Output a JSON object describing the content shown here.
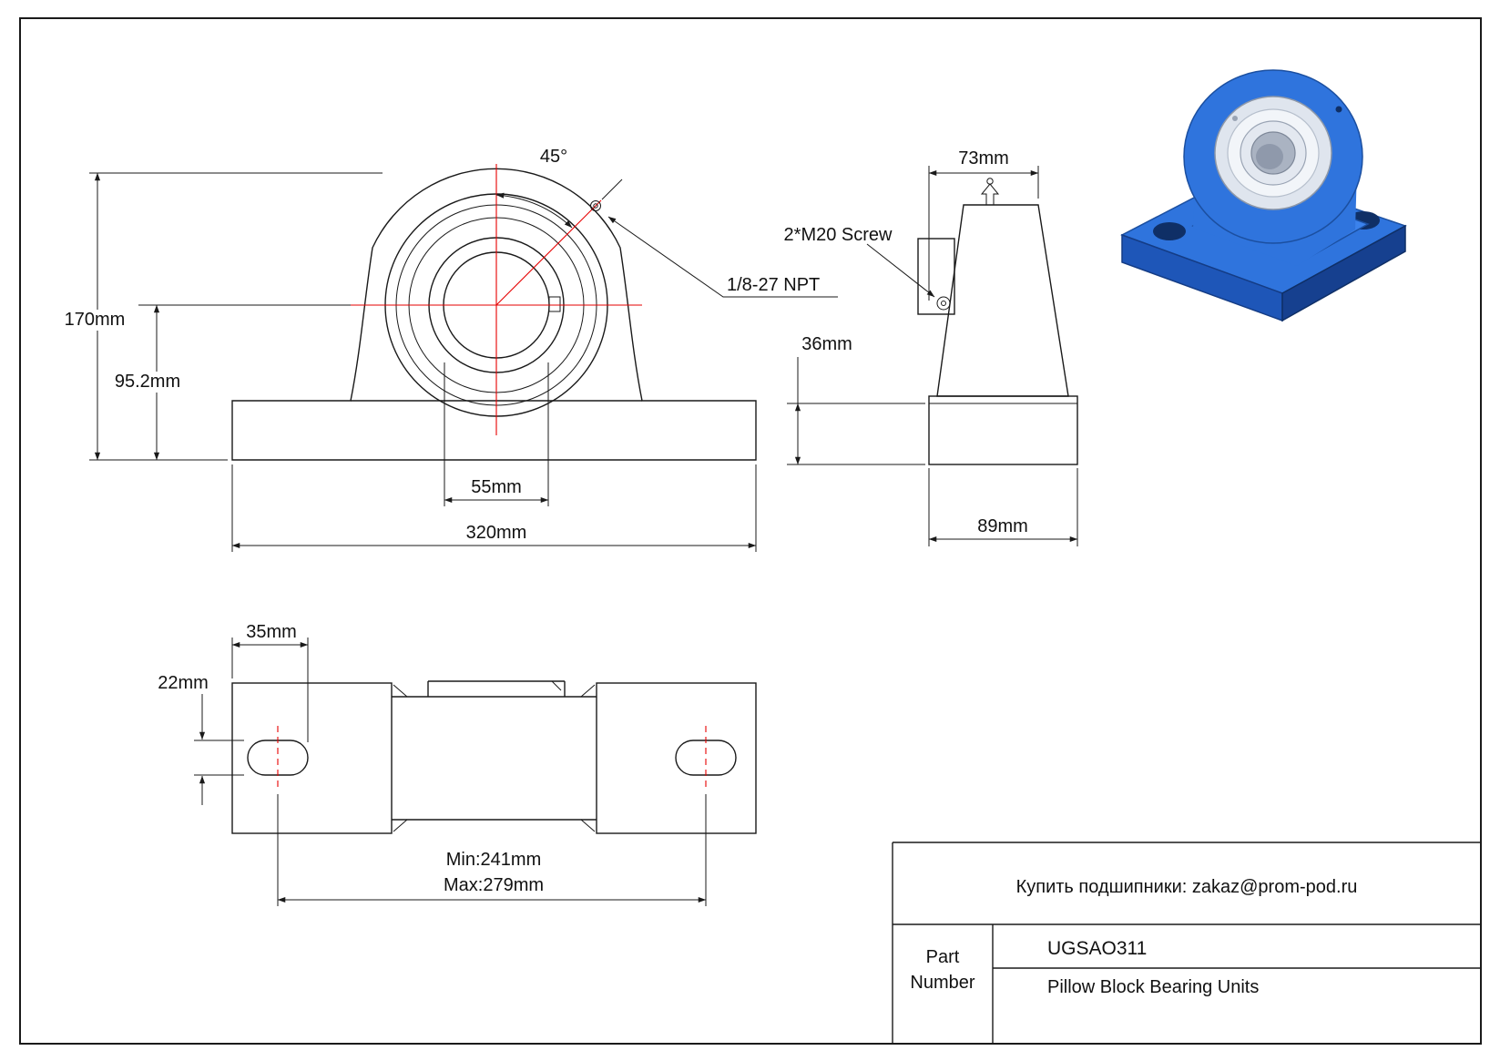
{
  "front_view": {
    "angle": "45°",
    "height_total": "170mm",
    "height_center": "95.2mm",
    "bore": "55mm",
    "base_length": "320mm",
    "npt": "1/8-27 NPT"
  },
  "side_view": {
    "top_width": "73mm",
    "screw": "2*M20 Screw",
    "base_thickness": "36mm",
    "base_width": "89mm"
  },
  "bottom_view": {
    "slot_length": "35mm",
    "slot_width": "22mm",
    "min": "Min:241mm",
    "max": "Max:279mm"
  },
  "title_block": {
    "contact": "Купить подшипники: zakaz@prom-pod.ru",
    "part_label_line1": "Part",
    "part_label_line2": "Number",
    "part_number": "UGSAO311",
    "description": "Pillow Block Bearing Units"
  },
  "colors": {
    "line": "#1a1a1a",
    "centerline_red": "#e60000",
    "render_blue": "#2f74dd"
  }
}
